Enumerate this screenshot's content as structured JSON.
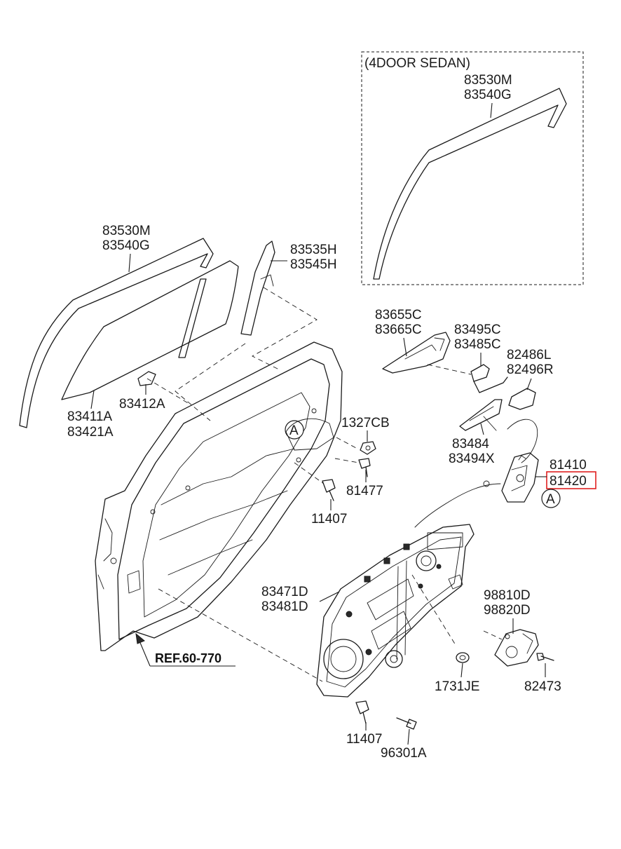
{
  "variant_box": {
    "title": "(4DOOR SEDAN)"
  },
  "labels": {
    "variant_moulding_1": "83530M",
    "variant_moulding_2": "83540G",
    "moulding_1": "83530M",
    "moulding_2": "83540G",
    "channel_1": "83535H",
    "channel_2": "83545H",
    "glass_1": "83411A",
    "glass_2": "83421A",
    "glass_clip": "83412A",
    "handle_1": "83655C",
    "handle_2": "83665C",
    "bracket_1": "83495C",
    "bracket_2": "83485C",
    "cover_1": "82486L",
    "cover_2": "82496R",
    "nut": "1327CB",
    "inner_handle_1": "83484",
    "inner_handle_2": "83494X",
    "latch_1": "81410",
    "latch_2": "81420",
    "bolt_81477": "81477",
    "bolt_11407_a": "11407",
    "regulator_1": "83471D",
    "regulator_2": "83481D",
    "motor_1": "98810D",
    "motor_2": "98820D",
    "screw_82473": "82473",
    "plug_1731je": "1731JE",
    "bolt_11407_b": "11407",
    "screw_96301a": "96301A",
    "reference": "REF.60-770"
  },
  "callouts": {
    "a_left": "A",
    "a_right": "A"
  },
  "highlight": {
    "label": "81420",
    "color": "#e02020"
  }
}
